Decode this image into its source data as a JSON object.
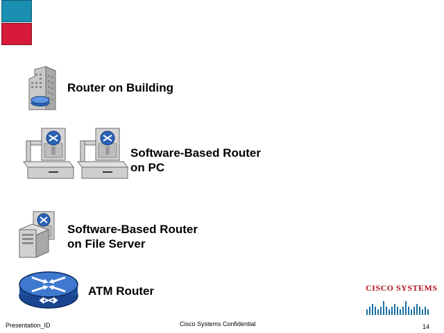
{
  "slide": {
    "accent_colors": {
      "top_square": "#1b8fb1",
      "bottom_square": "#d7193a",
      "router_blue": "#1f4e9e"
    },
    "items": [
      {
        "icon": "building-router-icon",
        "label_lines": [
          "Router on Building"
        ]
      },
      {
        "icon": "pc-router-icon",
        "label_lines": [
          "Software-Based Router",
          "on PC"
        ]
      },
      {
        "icon": "file-server-router-icon",
        "label_lines": [
          "Software-Based Router",
          "on File Server"
        ]
      },
      {
        "icon": "atm-router-icon",
        "label_lines": [
          "ATM Router"
        ]
      }
    ]
  },
  "logo": {
    "text": "Cisco Systems"
  },
  "footer": {
    "presentation_id": "Presentation_ID",
    "confidential": "Cisco Systems Confidential",
    "page_number": "14"
  }
}
